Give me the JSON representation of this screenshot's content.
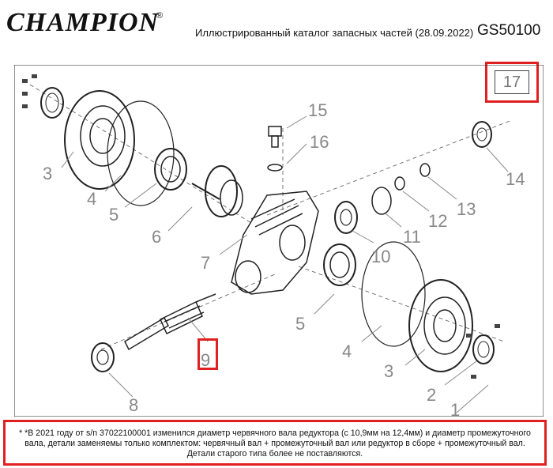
{
  "header": {
    "brand": "CHAMPION",
    "registered": "®",
    "catalog_title": "Иллюстрированный каталог запасных частей (28.09.2022)",
    "model": "GS50100"
  },
  "page_number": "17",
  "callouts": [
    "1",
    "2",
    "3",
    "4",
    "5",
    "6",
    "7",
    "8",
    "9",
    "10",
    "11",
    "12",
    "13",
    "14",
    "15",
    "16",
    "3",
    "4",
    "5"
  ],
  "highlighted_part": "9",
  "note": "* *В 2021 году от s/n 37022100001 изменился диаметр червячного вала редуктора (с 10,9мм на 12,4мм) и диаметр промежуточного вала, детали заменяемы только комплектом: червячный вал + промежуточный вал или редуктор в сборе + промежуточный вал. Детали старого типа более не поставляются."
}
